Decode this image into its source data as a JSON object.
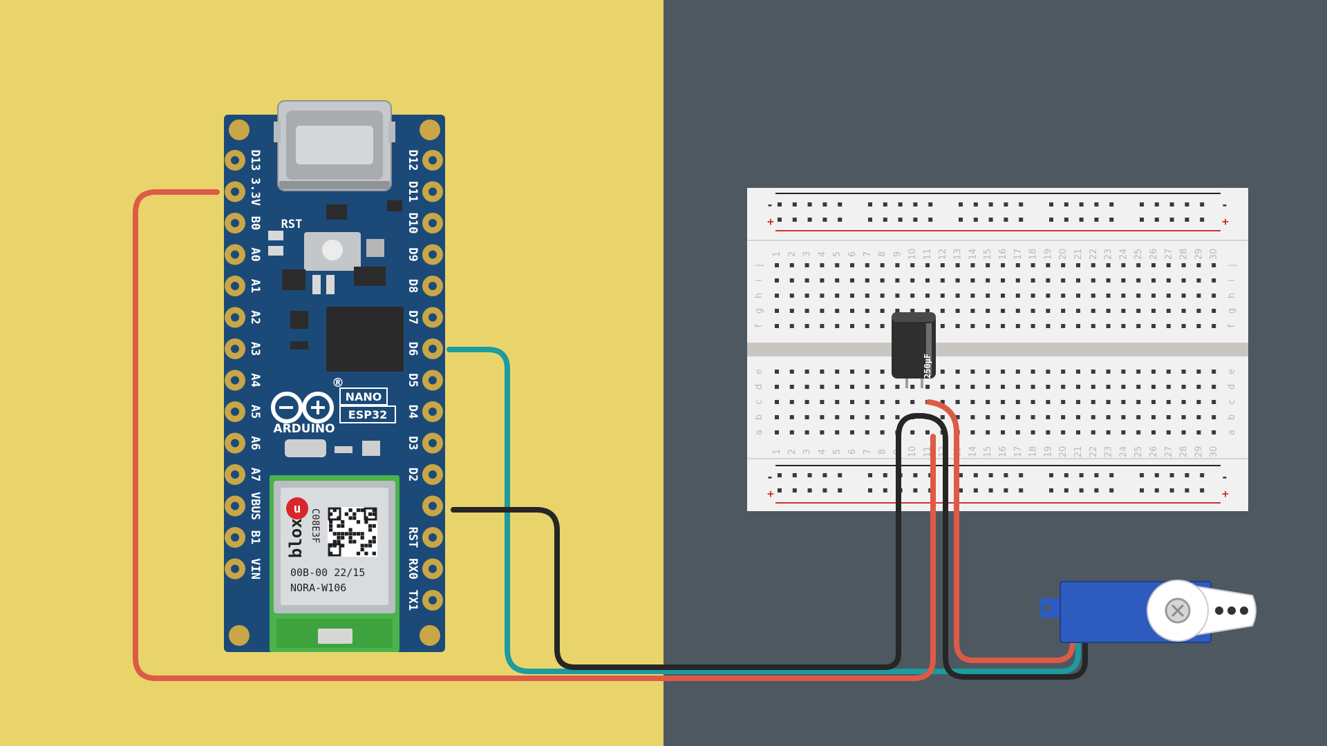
{
  "colors": {
    "left_background": "#E9D46C",
    "right_background": "#4D5860",
    "board_blue": "#1B4A78",
    "pad_gold": "#C9A646",
    "module_green": "#4BB34B",
    "breadboard": "#F1F1F1",
    "wire_red": "#DD5A47",
    "wire_teal": "#1D9B9E",
    "wire_black": "#262626",
    "servo_blue": "#2E5BBF"
  },
  "board": {
    "left_pins": [
      "D13",
      "3.3V",
      "B0",
      "A0",
      "A1",
      "A2",
      "A3",
      "A4",
      "A5",
      "A6",
      "A7",
      "VBUS",
      "B1",
      "VIN"
    ],
    "right_pins": [
      "D12",
      "D11",
      "D10",
      "D9",
      "D8",
      "D7",
      "D6",
      "D5",
      "D4",
      "D3",
      "D2",
      "",
      "RST",
      "RX0",
      "TX1"
    ],
    "rst_button_label": "RST",
    "brand": "ARDUINO",
    "model_line1": "NANO",
    "model_line2": "ESP32",
    "registered_mark": "®",
    "module": {
      "vendor": "blox",
      "vendor_prefix": "u",
      "code": "C08E3F",
      "line1": "00B-00 22/15",
      "line2": "NORA-W106"
    }
  },
  "breadboard": {
    "columns": [
      "1",
      "2",
      "3",
      "4",
      "5",
      "6",
      "7",
      "8",
      "9",
      "10",
      "11",
      "12",
      "13",
      "14",
      "15",
      "16",
      "17",
      "18",
      "19",
      "20",
      "21",
      "22",
      "23",
      "24",
      "25",
      "26",
      "27",
      "28",
      "29",
      "30"
    ],
    "top_rows": [
      "j",
      "i",
      "h",
      "g",
      "f"
    ],
    "bottom_rows": [
      "e",
      "d",
      "c",
      "b",
      "a"
    ],
    "rail_plus": "+",
    "rail_minus": "-"
  },
  "capacitor": {
    "label": "250µF"
  },
  "servo": {
    "icon": "servo-motor-icon"
  }
}
